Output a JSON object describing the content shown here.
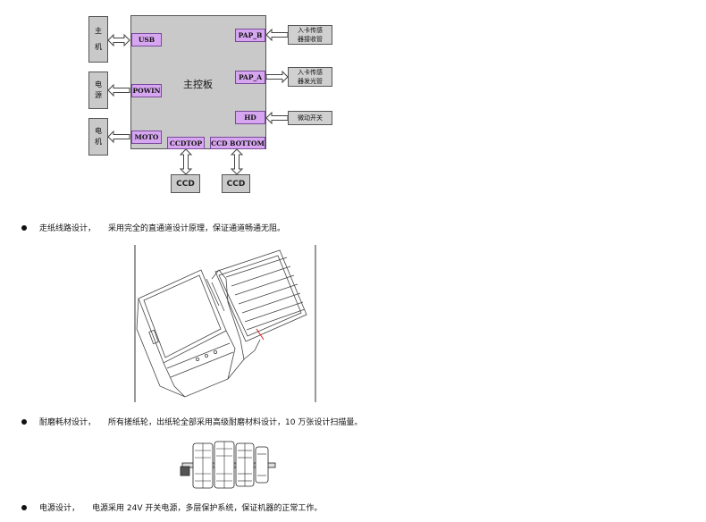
{
  "diagram": {
    "board_label": "主控板",
    "left_boxes": [
      {
        "id": "host",
        "chars": [
          "主",
          "机"
        ]
      },
      {
        "id": "power",
        "chars": [
          "电",
          "源"
        ]
      },
      {
        "id": "motor",
        "chars": [
          "电",
          "机"
        ]
      }
    ],
    "ports": {
      "usb": "USB",
      "powin": "POWIN",
      "moto": "MOTO",
      "ccdtop": "CCDTOP",
      "ccdbottom": "CCD BOTTOM",
      "pap_b": "PAP_B",
      "pap_a": "PAP_A",
      "hd": "HD"
    },
    "sensors": {
      "receiver": [
        "入卡传感",
        "器接收管"
      ],
      "emitter": [
        "入卡传感",
        "器发光管"
      ],
      "switch": [
        "微动开关"
      ]
    },
    "ccd_units": [
      "CCD",
      "CCD"
    ]
  },
  "bullets": [
    {
      "title": "走纸线路设计，",
      "body": "采用完全的直通道设计原理，保证通道畅通无阻。"
    },
    {
      "title": "耐磨耗材设计，",
      "body": "所有搓纸轮，出纸轮全部采用高级耐磨材料设计，10 万张设计扫描量。"
    },
    {
      "title": "电源设计，",
      "body": "电源采用 24V 开关电源，多层保护系统，保证机器的正常工作。"
    }
  ]
}
